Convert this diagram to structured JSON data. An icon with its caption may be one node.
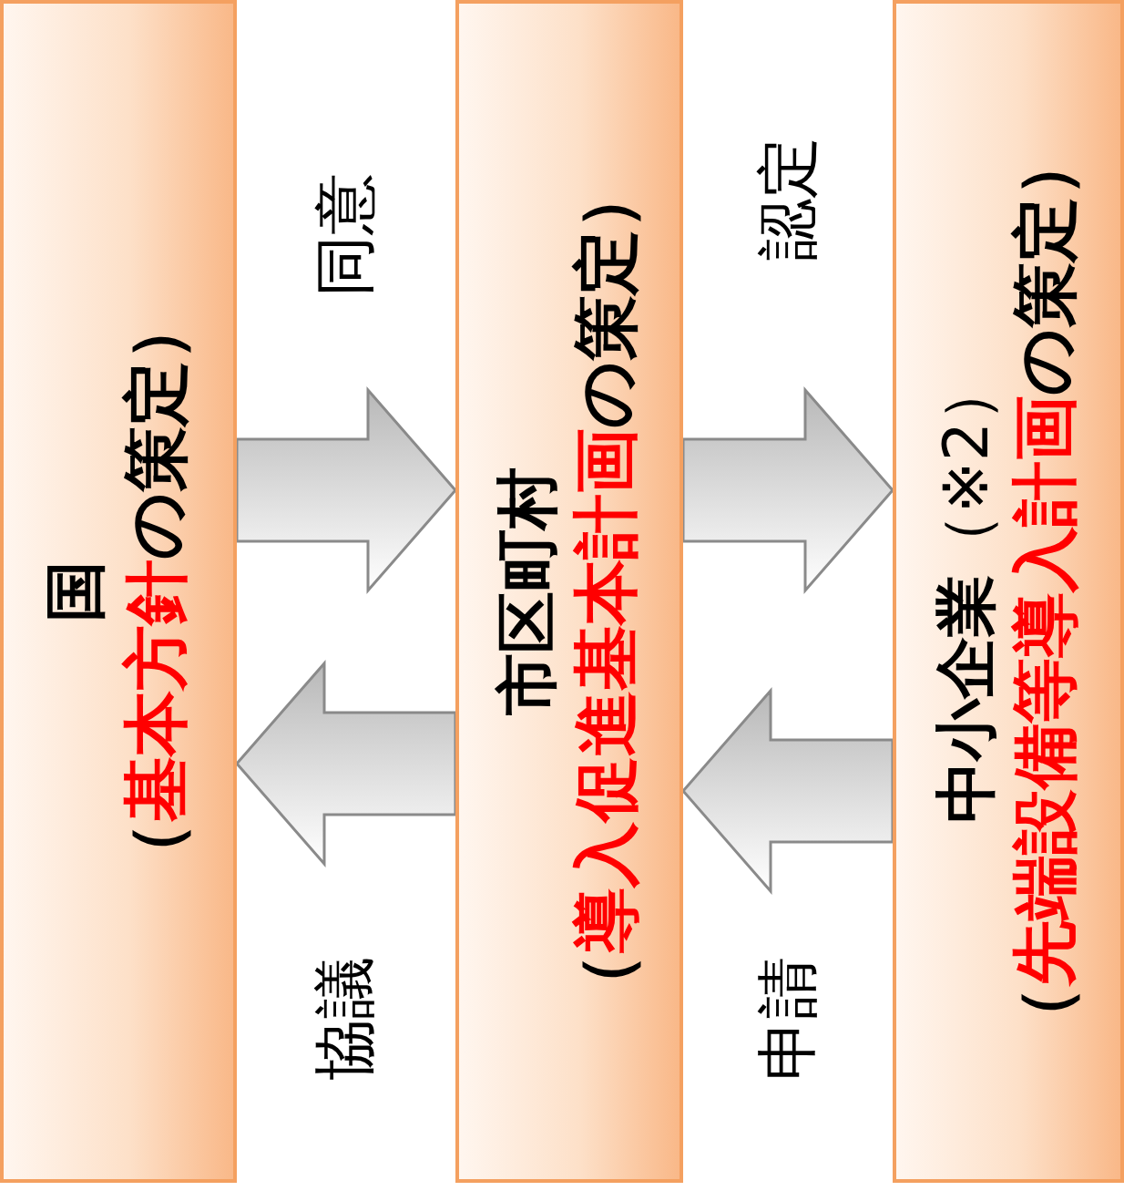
{
  "diagram": {
    "nodes": [
      {
        "text": [
          "**国**",
          "（**基本方針**の策定）"
        ]
      },
      {
        "text": [
          "**市区町村**",
          "（**導入促進基本計画**の策定）"
        ]
      },
      {
        "text": [
          "**中小企業**（※2）",
          "（**先端設備等導入計画**の策定）"
        ]
      }
    ],
    "edges": [
      {
        "from": 1,
        "to": 0,
        "arrow": "to",
        "label": "協議"
      },
      {
        "from": 0,
        "to": 1,
        "arrow": "to",
        "label": "同意"
      },
      {
        "from": 2,
        "to": 1,
        "arrow": "to",
        "label": "申請"
      },
      {
        "from": 1,
        "to": 2,
        "arrow": "to",
        "label": "認定"
      }
    ]
  }
}
